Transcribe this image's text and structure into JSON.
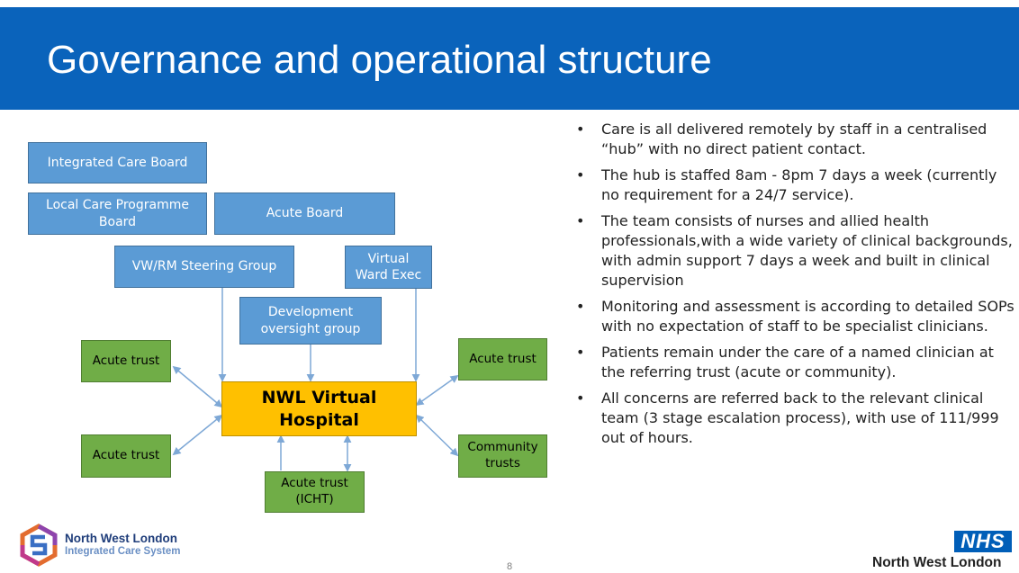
{
  "header": {
    "title": "Governance  and operational structure"
  },
  "diagram": {
    "boxes": {
      "icb": "Integrated Care Board",
      "lcpb": "Local Care Programme Board",
      "acute_board": "Acute Board",
      "steering": "VW/RM Steering Group",
      "vw_exec": "Virtual Ward Exec",
      "dev_group": "Development oversight group",
      "hub": "NWL Virtual Hospital",
      "acute_trust_tl": "Acute trust",
      "acute_trust_tr": "Acute trust",
      "acute_trust_bl": "Acute trust",
      "community_trusts": "Community trusts",
      "icht": "Acute trust (ICHT)"
    },
    "colors": {
      "blue_box": "#5b9bd5",
      "green_box": "#70ad47",
      "hub": "#ffc000",
      "arrow": "#7ea8d6",
      "header": "#0a63bb"
    }
  },
  "bullets": [
    "Care is all delivered remotely by staff in a centralised “hub” with no direct patient contact.",
    "The hub is staffed 8am - 8pm 7 days a  week (currently no requirement for a 24/7 service).",
    "The team consists of nurses and allied health professionals,with a wide variety of clinical backgrounds, with admin support 7 days a week and built in clinical supervision",
    "Monitoring and assessment is according to detailed SOPs with no expectation of staff to be specialist clinicians.",
    "Patients remain under the care of a named clinician at the referring trust (acute or community).",
    "All concerns are referred back to the relevant clinical team (3 stage escalation process), with use of 111/999 out of hours."
  ],
  "bullet_symbol": "•",
  "footer": {
    "org_name": "North West London",
    "org_subtitle": "Integrated Care System",
    "page_number": "8",
    "nhs_logo": "NHS",
    "nhs_region": "North West London"
  }
}
